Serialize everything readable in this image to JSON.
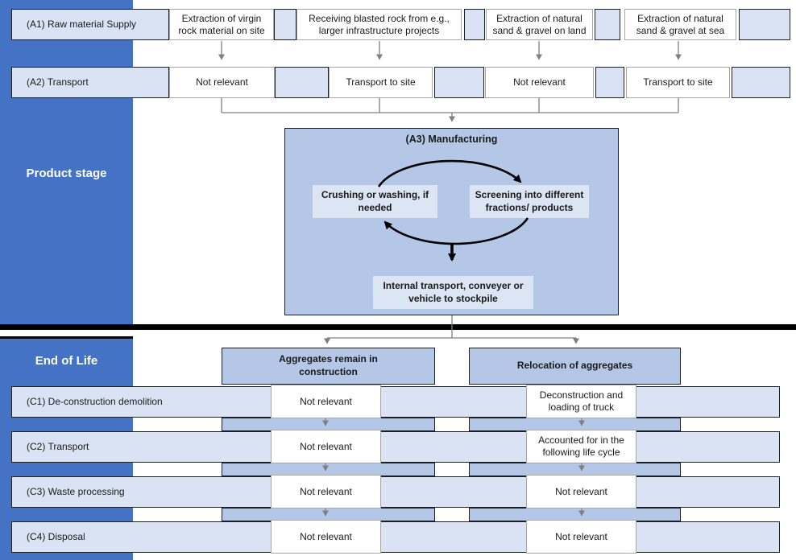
{
  "sidebar": {
    "product_stage_label": "Product stage",
    "end_of_life_label": "End of Life"
  },
  "product_stage": {
    "a1": {
      "label": "(A1) Raw material Supply",
      "options": [
        "Extraction of virgin rock material on site",
        "Receiving blasted rock from e.g., larger infrastructure projects",
        "Extraction of natural sand & gravel on land",
        "Extraction of natural sand & gravel at sea"
      ]
    },
    "a2": {
      "label": "(A2) Transport",
      "options": [
        "Not relevant",
        "Transport to site",
        "Not relevant",
        "Transport to site"
      ]
    },
    "a3": {
      "title": "(A3) Manufacturing",
      "crushing": "Crushing or washing, if needed",
      "screening": "Screening into different fractions/ products",
      "internal_transport": "Internal transport, conveyer or vehicle to stockpile"
    }
  },
  "end_of_life": {
    "columns": [
      "Aggregates remain in construction",
      "Relocation of aggregates"
    ],
    "rows": [
      {
        "label": "(C1) De-construction demolition",
        "col1": "Not relevant",
        "col2": "Deconstruction and loading of truck"
      },
      {
        "label": "(C2) Transport",
        "col1": "Not relevant",
        "col2": "Accounted for in the following life cycle"
      },
      {
        "label": "(C3) Waste processing",
        "col1": "Not relevant",
        "col2": "Not relevant"
      },
      {
        "label": "(C4) Disposal",
        "col1": "Not relevant",
        "col2": "Not relevant"
      }
    ]
  },
  "colors": {
    "sidebar_blue": "#4472C4",
    "medium_blue": "#B4C7E7",
    "light_blue": "#DAE3F3",
    "connector_gray": "#808080",
    "divider_black": "#000000"
  }
}
